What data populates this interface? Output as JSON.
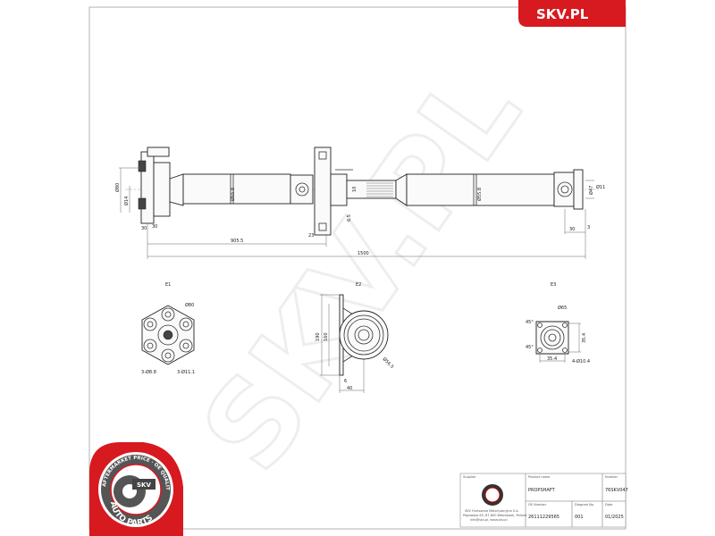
{
  "brand": {
    "label": "SKV.PL",
    "color": "#d71920"
  },
  "watermark": "SKV.PL",
  "drawing": {
    "side_view_dims": {
      "overall_length": "1500",
      "to_bearing": "905.5",
      "left_flange": "Ø80",
      "left_bolt": "Ø14",
      "tube1": "Ø55.8",
      "tube2": "Ø55.8",
      "center": "Ø11",
      "right_flange": "Ø47",
      "right_offset": "30",
      "right_small": "3",
      "left_small": "30",
      "left_inner": "30",
      "bearing_width": "23",
      "bearing_drop": "6.5",
      "bearing_h": "10"
    },
    "view_labels": [
      "E1",
      "E2",
      "E3"
    ],
    "e1": {
      "diameter": "Ø80",
      "holes": "3-Ø8.8",
      "holes2": "3-Ø11.1"
    },
    "e2": {
      "height": "190",
      "inner": "160",
      "bearing": "Ø56.5",
      "thickness": "6",
      "width": "40"
    },
    "e3": {
      "diameter": "Ø65",
      "angle1": "45°",
      "angle2": "45°",
      "height": "35.4",
      "width": "35.4",
      "holes": "4-Ø10.4"
    }
  },
  "title_block": {
    "supplier_label": "Supplier",
    "supplier_lines": [
      "SKV Hurtownia Motoryzacyjna S.A.",
      "Papowska 65, 87-800 Włocławek, Poland",
      "info@skv.pl, www.skv.pl"
    ],
    "product_label": "Product name",
    "product_value": "PROPSHAFT",
    "number_label": "Number",
    "number_value": "76SKV047",
    "oe_label": "OE Number",
    "oe_value": "26111229565",
    "diagram_label": "Diagram No.",
    "diagram_value": "001",
    "date_label": "Date",
    "date_value": "01/2025"
  },
  "badge": {
    "ring_text": "AFTERMARKET PRICE · OE QUALITY",
    "center": "SKV",
    "bottom": "AUTO PARTS",
    "color": "#d71920"
  }
}
